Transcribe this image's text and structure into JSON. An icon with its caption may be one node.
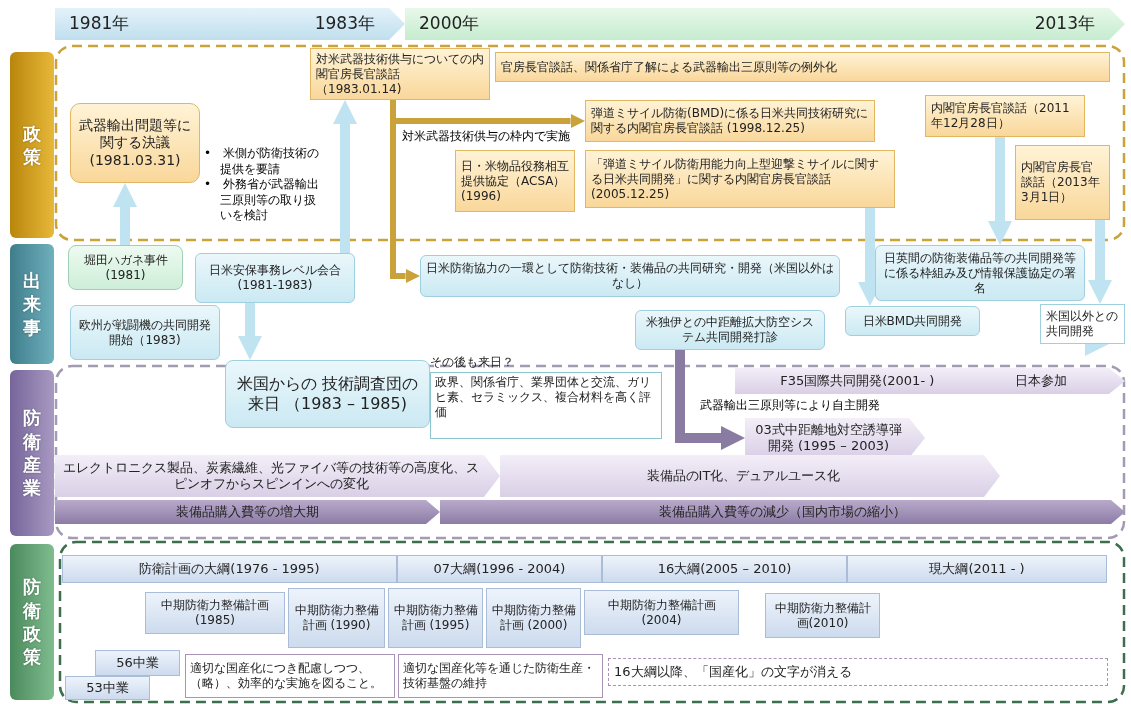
{
  "diagram": {
    "nodes": [
      {
        "text": [
          "1981年",
          "1983年"
        ]
      },
      {
        "text": [
          "2000年",
          "2013年"
        ]
      },
      {
        "text": [
          "政策"
        ]
      },
      {
        "text": [
          "出来事"
        ]
      },
      {
        "text": [
          "防衛産業"
        ]
      },
      {
        "text": [
          "防衛政策"
        ]
      },
      {
        "text": [
          "武器輸出問題等に関する決議 (1981.03.31)"
        ]
      },
      {
        "text": [
          "対米武器技術供与についての内閣官房長官談話（1983.01.14)"
        ]
      },
      {
        "text": [
          "官房長官談話、関係省庁了解による武器輸出三原則等の例外化"
        ]
      },
      {
        "text": [
          "弾道ミサイル防衛(BMD)に係る日米共同技術研究に関する内閣官房長官談話 (1998.12.25)"
        ]
      },
      {
        "text": [
          "日・米物品役務相互提供協定（ACSA） (1996)"
        ]
      },
      {
        "text": [
          "「弾道ミサイル防衛用能力向上型迎撃ミサイルに関する日米共同開発」に関する内閣官房長官談話 (2005.12.25)"
        ]
      },
      {
        "text": [
          "内閣官房長官談話（2011年12月28日）"
        ]
      },
      {
        "text": [
          "内閣官房長官談話（2013年3月1日）"
        ]
      },
      {
        "text": [
          "堀田ハガネ事件(1981)"
        ]
      },
      {
        "text": [
          "日米安保事務レベル会合(1981-1983)"
        ]
      },
      {
        "text": [
          "欧州が戦闘機の共同開発開始（1983)"
        ]
      },
      {
        "text": [
          "日米防衛協力の一環として防衛技術・装備品の共同研究・開発（米国以外はなし）"
        ]
      },
      {
        "text": [
          "米独伊との中距離拡大防空システム共同開発打診"
        ]
      },
      {
        "text": [
          "日米BMD共同開発"
        ]
      },
      {
        "text": [
          "日英間の防衛装備品等の共同開発等に係る枠組み及び情報保護協定の署名"
        ]
      },
      {
        "text": [
          "米国以外との共同開発"
        ]
      },
      {
        "text": [
          "米国からの 技術調査団の来日 （1983 – 1985)"
        ]
      },
      {
        "text": [
          "その後も来日？",
          "政界、関係省庁、業界団体と交流、ガリヒ素、セラミックス、複合材料を高く評価"
        ]
      },
      {
        "text": [
          "F35国際共同開発(2001- )",
          "日本参加"
        ]
      },
      {
        "text": [
          "03式中距離地対空誘導弾開発 (1995 – 2003)"
        ]
      },
      {
        "text": [
          "エレクトロニクス製品、炭素繊維、光ファイバ等の技術等の高度化、スピンオフからスピンインへの変化"
        ]
      },
      {
        "text": [
          "装備品のIT化、デュアルユース化"
        ]
      },
      {
        "text": [
          "装備品購入費等の増大期"
        ]
      },
      {
        "text": [
          "装備品購入費等の減少（国内市場の縮小）"
        ]
      },
      {
        "text": [
          "防衛計画の大綱(1976 - 1995)"
        ]
      },
      {
        "text": [
          "07大綱(1996 - 2004)"
        ]
      },
      {
        "text": [
          "16大綱(2005 – 2010)"
        ]
      },
      {
        "text": [
          "現大綱(2011 - )"
        ]
      },
      {
        "text": [
          "中期防衛力整備計画(1985)"
        ]
      },
      {
        "text": [
          "中期防衛力整備計画 (1990)"
        ]
      },
      {
        "text": [
          "中期防衛力整備計画 (1995)"
        ]
      },
      {
        "text": [
          "中期防衛力整備計画 (2000)"
        ]
      },
      {
        "text": [
          "中期防衛力整備計画(2004)"
        ]
      },
      {
        "text": [
          "中期防衛力整備計画(2010)"
        ]
      },
      {
        "text": [
          "56中業"
        ]
      },
      {
        "text": [
          "53中業"
        ]
      },
      {
        "text": [
          "適切な国産化につき配慮しつつ、（略）、効率的な実施を図ること。"
        ]
      },
      {
        "text": [
          "適切な国産化等を通じた防衛生産・技術基盤の維持"
        ]
      },
      {
        "text": [
          "16大綱以降、「国産化」の文字が消える"
        ]
      }
    ],
    "edges": [
      {
        "from": 14,
        "to": 6,
        "arrow": "to"
      },
      {
        "from": 15,
        "to": 7,
        "arrow": "to"
      },
      {
        "from": 15,
        "to": 22,
        "arrow": "to"
      },
      {
        "from": 7,
        "to": 9,
        "arrow": "to",
        "label": "対米武器技術供与の枠内で実施",
        "color": "#c9a23c"
      },
      {
        "from": 7,
        "to": 17,
        "arrow": "to",
        "color": "#c9a23c"
      },
      {
        "from": 11,
        "to": 19,
        "arrow": "to"
      },
      {
        "from": 12,
        "to": 20,
        "arrow": "to"
      },
      {
        "from": 13,
        "to": 21,
        "arrow": "to"
      },
      {
        "from": 21,
        "to": 24,
        "arrow": "to"
      },
      {
        "from": 18,
        "to": 25,
        "arrow": "to",
        "label": "武器輸出三原則等により自主開発",
        "color": "#8a7ba3"
      }
    ],
    "labels": [
      "•　米側が防衛技術の提供を要請",
      "•　外務省が武器輸出三原則等の取り扱いを検討"
    ]
  }
}
